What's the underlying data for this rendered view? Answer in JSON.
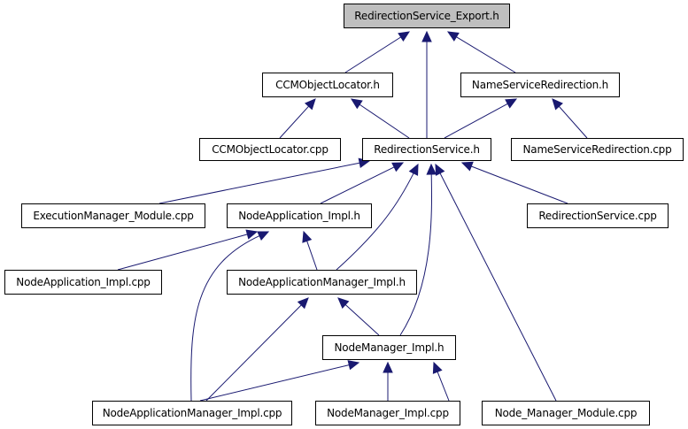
{
  "diagram": {
    "type": "include-dependency-graph",
    "edge_color": "#191970",
    "root_fill": "#bfbfbf",
    "nodes": [
      {
        "id": "export_h",
        "label": "RedirectionService_Export.h",
        "root": true
      },
      {
        "id": "ccmol_h",
        "label": "CCMObjectLocator.h"
      },
      {
        "id": "nsr_h",
        "label": "NameServiceRedirection.h"
      },
      {
        "id": "ccmol_cpp",
        "label": "CCMObjectLocator.cpp"
      },
      {
        "id": "rs_h",
        "label": "RedirectionService.h"
      },
      {
        "id": "nsr_cpp",
        "label": "NameServiceRedirection.cpp"
      },
      {
        "id": "em_mod_cpp",
        "label": "ExecutionManager_Module.cpp"
      },
      {
        "id": "na_impl_h",
        "label": "NodeApplication_Impl.h"
      },
      {
        "id": "rs_cpp",
        "label": "RedirectionService.cpp"
      },
      {
        "id": "na_impl_cpp",
        "label": "NodeApplication_Impl.cpp"
      },
      {
        "id": "nam_impl_h",
        "label": "NodeApplicationManager_Impl.h"
      },
      {
        "id": "nm_impl_h",
        "label": "NodeManager_Impl.h"
      },
      {
        "id": "nam_impl_cpp",
        "label": "NodeApplicationManager_Impl.cpp"
      },
      {
        "id": "nm_impl_cpp",
        "label": "NodeManager_Impl.cpp"
      },
      {
        "id": "nm_mod_cpp",
        "label": "Node_Manager_Module.cpp"
      }
    ],
    "edges": [
      {
        "from": "ccmol_h",
        "to": "export_h"
      },
      {
        "from": "rs_h",
        "to": "export_h"
      },
      {
        "from": "nsr_h",
        "to": "export_h"
      },
      {
        "from": "ccmol_cpp",
        "to": "ccmol_h"
      },
      {
        "from": "rs_h",
        "to": "ccmol_h"
      },
      {
        "from": "rs_h",
        "to": "nsr_h"
      },
      {
        "from": "nsr_cpp",
        "to": "nsr_h"
      },
      {
        "from": "em_mod_cpp",
        "to": "rs_h"
      },
      {
        "from": "na_impl_h",
        "to": "rs_h"
      },
      {
        "from": "nam_impl_h",
        "to": "rs_h"
      },
      {
        "from": "nm_impl_h",
        "to": "rs_h"
      },
      {
        "from": "nm_mod_cpp",
        "to": "rs_h"
      },
      {
        "from": "rs_cpp",
        "to": "rs_h"
      },
      {
        "from": "na_impl_cpp",
        "to": "na_impl_h"
      },
      {
        "from": "nam_impl_cpp",
        "to": "na_impl_h"
      },
      {
        "from": "nam_impl_h",
        "to": "na_impl_h"
      },
      {
        "from": "nm_impl_h",
        "to": "nam_impl_h"
      },
      {
        "from": "nam_impl_cpp",
        "to": "nam_impl_h"
      },
      {
        "from": "nam_impl_cpp",
        "to": "nm_impl_h"
      },
      {
        "from": "nm_impl_cpp",
        "to": "nm_impl_h"
      },
      {
        "from": "nm_mod_cpp",
        "to": "nm_impl_h"
      }
    ]
  }
}
